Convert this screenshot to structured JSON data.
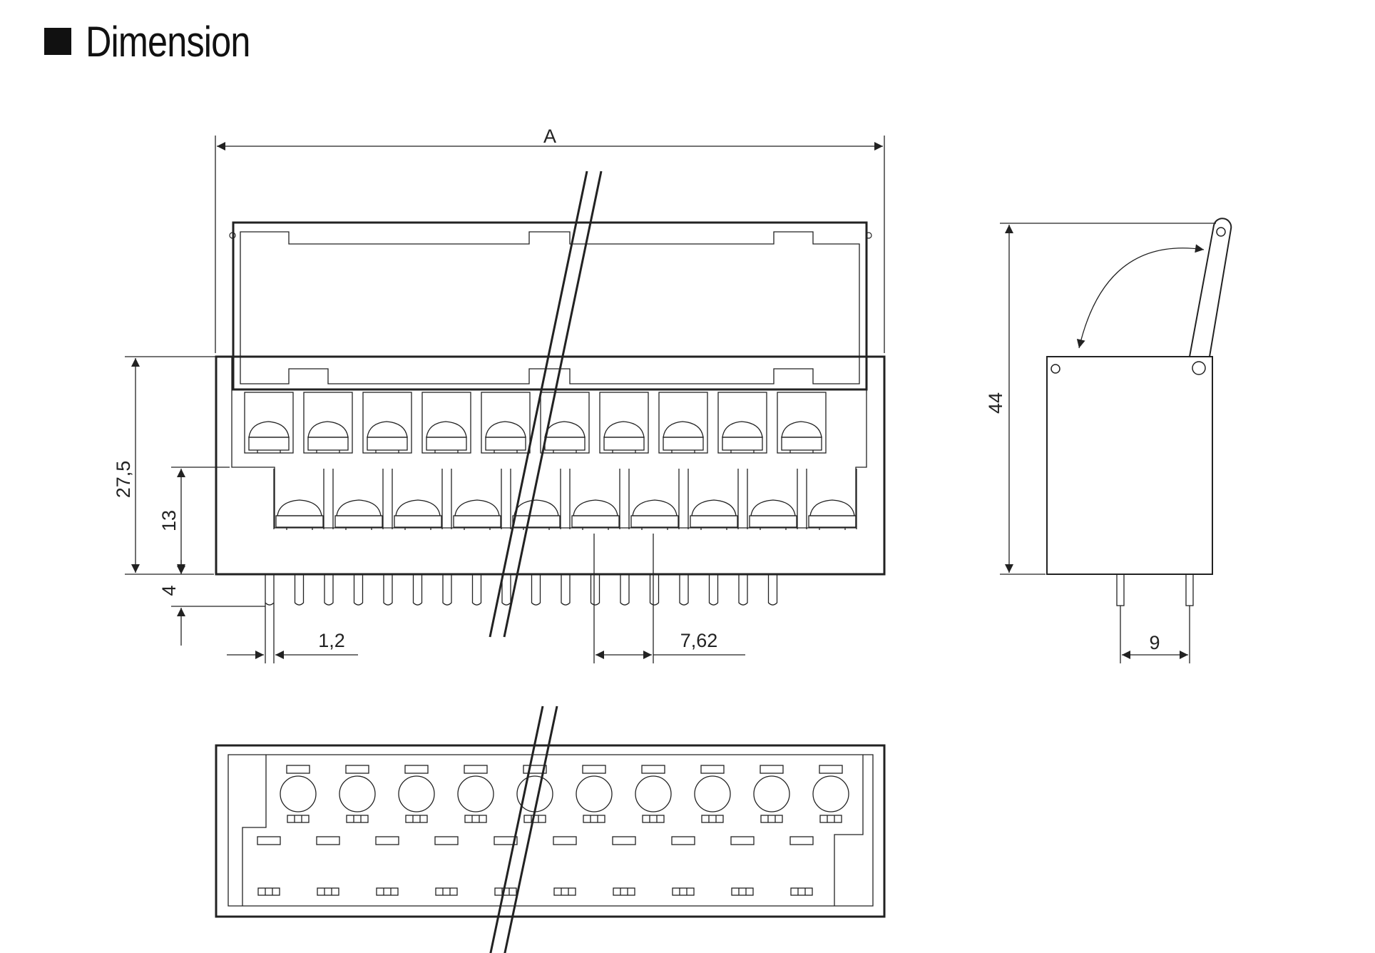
{
  "title": "Dimension",
  "front_view": {
    "label_width": "A",
    "label_height_body": "27,5",
    "label_height_lower": "13",
    "label_pin_length": "4",
    "label_pin_width": "1,2",
    "label_pitch": "7,62"
  },
  "side_view": {
    "label_height_total": "44",
    "label_pin_spacing": "9"
  }
}
